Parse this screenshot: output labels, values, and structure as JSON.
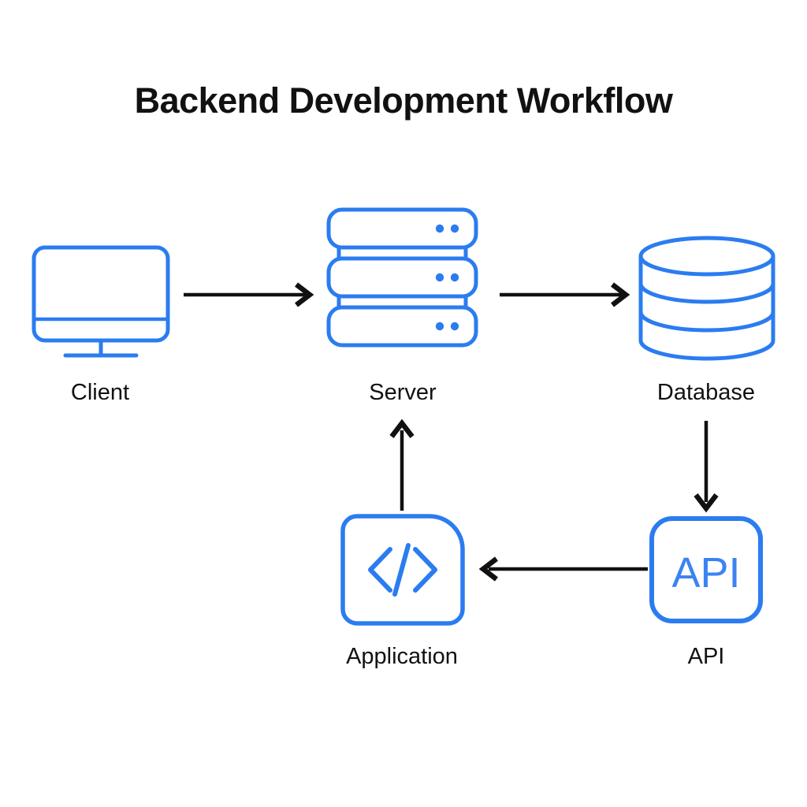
{
  "title": "Backend Development Workflow",
  "colors": {
    "accent_blue": "#2b7cf0",
    "text_black": "#121212",
    "arrow_black": "#111111",
    "background": "#ffffff"
  },
  "nodes": [
    {
      "id": "client",
      "label": "Client",
      "icon": "monitor-icon"
    },
    {
      "id": "server",
      "label": "Server",
      "icon": "server-rack-icon"
    },
    {
      "id": "database",
      "label": "Database",
      "icon": "database-cylinder-icon"
    },
    {
      "id": "application",
      "label": "Application",
      "icon": "code-file-icon"
    },
    {
      "id": "api",
      "label": "API",
      "icon": "api-box-icon",
      "icon_text": "API"
    }
  ],
  "connections": [
    {
      "from": "client",
      "to": "server",
      "direction": "right"
    },
    {
      "from": "server",
      "to": "database",
      "direction": "right"
    },
    {
      "from": "database",
      "to": "api",
      "direction": "down"
    },
    {
      "from": "api",
      "to": "application",
      "direction": "left"
    },
    {
      "from": "application",
      "to": "server",
      "direction": "up"
    }
  ]
}
